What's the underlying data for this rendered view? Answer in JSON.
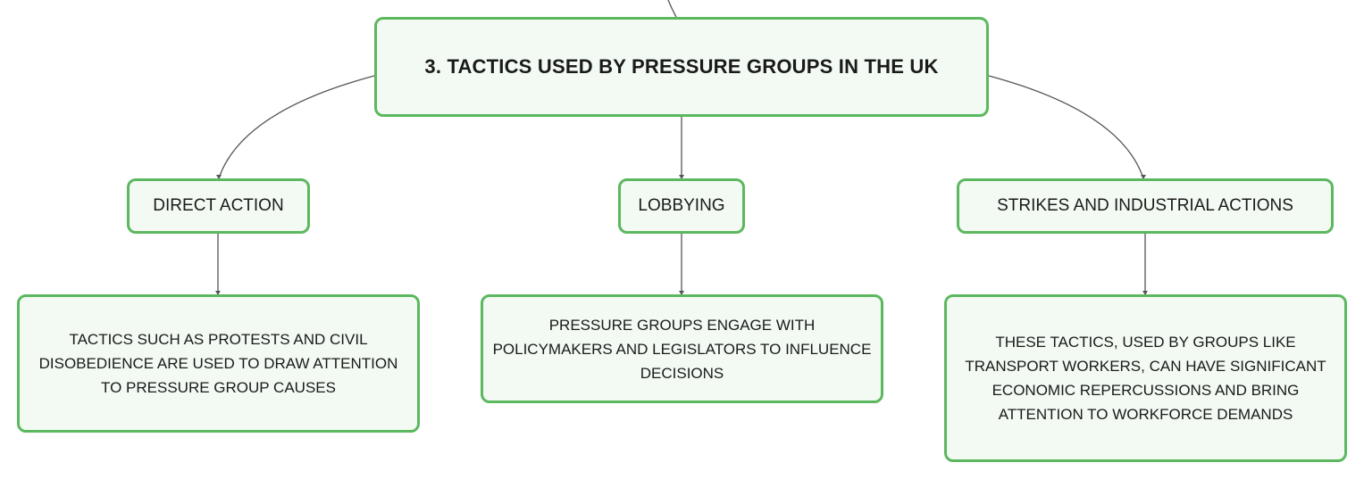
{
  "root": {
    "label": "3. TACTICS USED BY PRESSURE GROUPS IN THE UK"
  },
  "branches": [
    {
      "label": "DIRECT ACTION",
      "description": "TACTICS SUCH AS PROTESTS AND CIVIL DISOBEDIENCE ARE USED TO DRAW ATTENTION TO PRESSURE GROUP CAUSES"
    },
    {
      "label": "LOBBYING",
      "description": "PRESSURE GROUPS ENGAGE WITH POLICYMAKERS AND LEGISLATORS TO INFLUENCE DECISIONS"
    },
    {
      "label": "STRIKES AND INDUSTRIAL ACTIONS",
      "description": "THESE TACTICS, USED BY GROUPS LIKE TRANSPORT WORKERS, CAN HAVE SIGNIFICANT ECONOMIC REPERCUSSIONS AND BRING ATTENTION TO WORKFORCE DEMANDS"
    }
  ],
  "colors": {
    "node_border": "#5cb85f",
    "node_fill": "#f3faf3",
    "connector": "#555555"
  }
}
